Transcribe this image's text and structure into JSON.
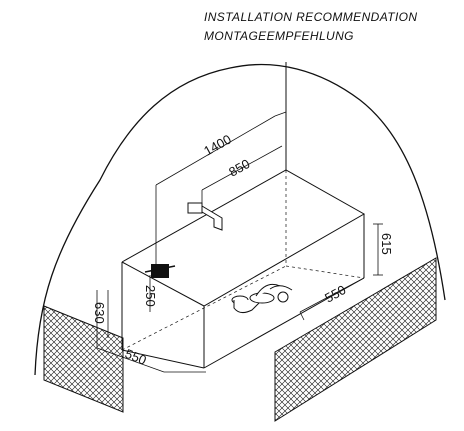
{
  "title": {
    "en": "INSTALLATION  RECOMMENDATION",
    "de": "MONTAGEEMPFEHLUNG"
  },
  "dimensions": {
    "overall_width": "1400",
    "spout_distance": "850",
    "tub_height": "615",
    "tub_depth": "550",
    "front_depth": "550",
    "floor_height": "630",
    "control_height": "250"
  },
  "colors": {
    "line": "#111111",
    "background": "#ffffff"
  }
}
